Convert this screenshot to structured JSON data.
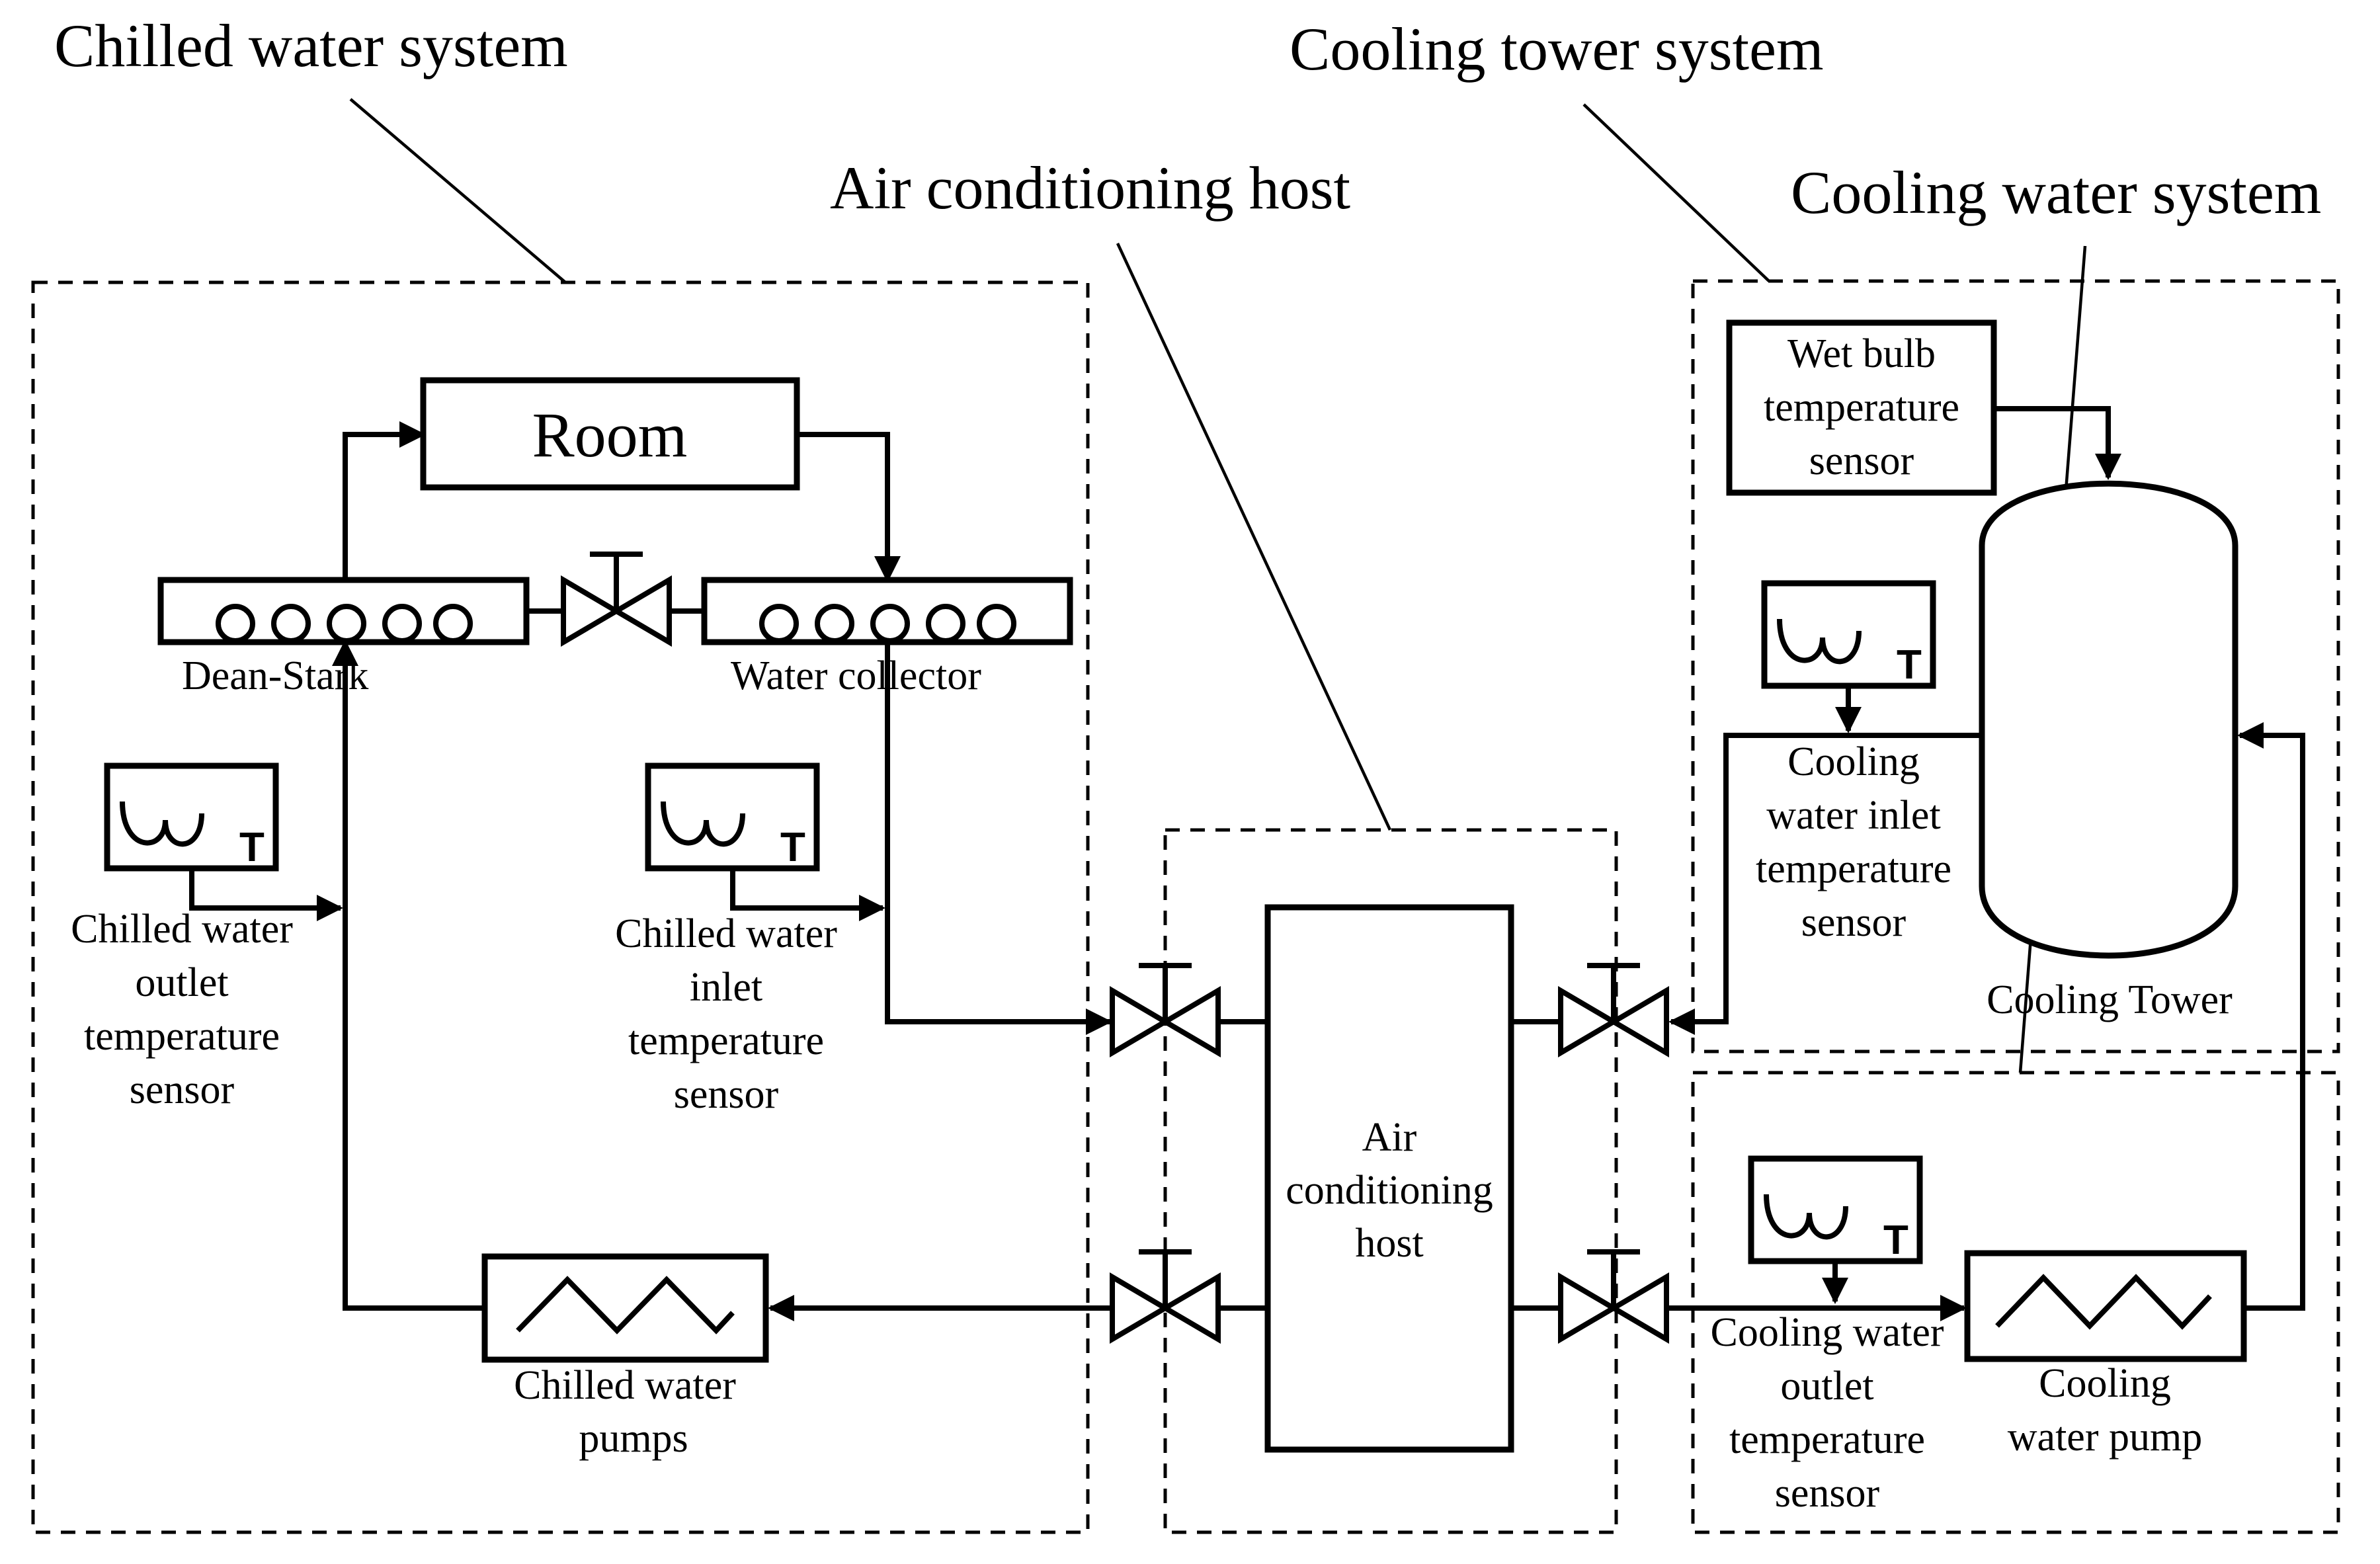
{
  "titles": {
    "chilled_water_system": "Chilled water system",
    "cooling_tower_system": "Cooling tower system",
    "air_conditioning_host": "Air conditioning host",
    "cooling_water_system": "Cooling water system"
  },
  "components": {
    "room": "Room",
    "dean_stark": "Dean-Stark",
    "water_collector": "Water collector",
    "chilled_water_pumps": [
      "Chilled water",
      "pumps"
    ],
    "host_box": [
      "Air",
      "conditioning",
      "host"
    ],
    "cooling_tower": "Cooling Tower",
    "cooling_water_pump": [
      "Cooling",
      "water pump"
    ]
  },
  "sensors": {
    "chilled_outlet": [
      "Chilled water",
      "outlet",
      "temperature",
      "sensor"
    ],
    "chilled_inlet": [
      "Chilled water",
      "inlet",
      "temperature",
      "sensor"
    ],
    "wet_bulb": [
      "Wet bulb",
      "temperature",
      "sensor"
    ],
    "cooling_inlet": [
      "Cooling",
      "water inlet",
      "temperature",
      "sensor"
    ],
    "cooling_outlet": [
      "Cooling water",
      "outlet",
      "temperature",
      "sensor"
    ],
    "sensor_letter": "T"
  }
}
